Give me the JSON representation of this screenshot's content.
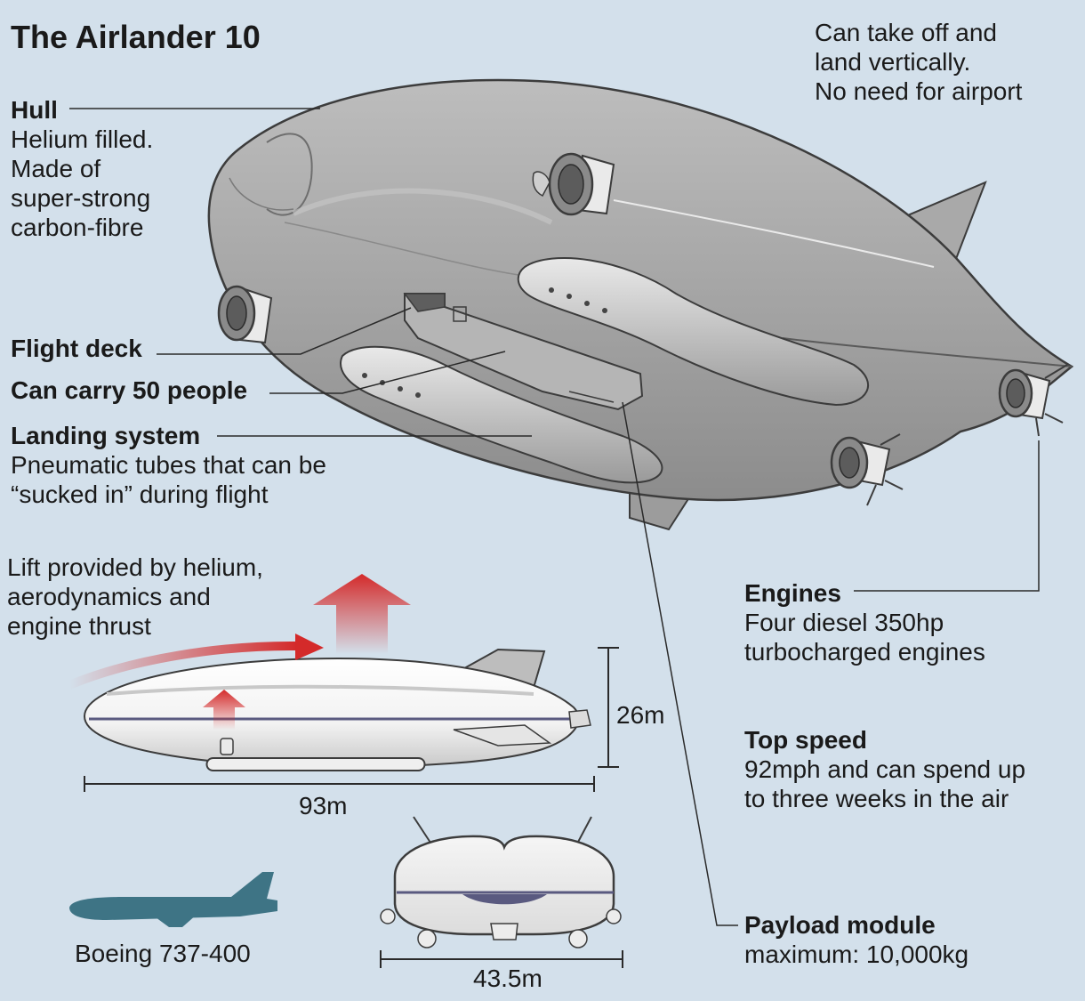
{
  "title": "The Airlander 10",
  "vertical_note": [
    "Can take off and",
    "land vertically.",
    "No need for airport"
  ],
  "hull": {
    "heading": "Hull",
    "lines": [
      "Helium filled.",
      "Made of",
      "super-strong",
      "carbon-fibre"
    ]
  },
  "flight_deck": {
    "heading": "Flight deck"
  },
  "capacity": {
    "heading": "Can carry 50 people"
  },
  "landing_system": {
    "heading": "Landing system",
    "lines": [
      "Pneumatic tubes that can be",
      "“sucked in” during flight"
    ]
  },
  "lift_note": [
    "Lift provided by helium,",
    "aerodynamics and",
    "engine thrust"
  ],
  "engines": {
    "heading": "Engines",
    "lines": [
      "Four diesel 350hp",
      "turbocharged engines"
    ]
  },
  "top_speed": {
    "heading": "Top speed",
    "lines": [
      "92mph and can spend up",
      "to three weeks in the air"
    ]
  },
  "payload": {
    "heading": "Payload module",
    "lines": [
      "maximum: 10,000kg"
    ]
  },
  "dimensions": {
    "height": "26m",
    "length": "93m",
    "width": "43.5m"
  },
  "comparison_label": "Boeing 737-400",
  "colors": {
    "background": "#d3e0eb",
    "hull": "#a6a6a6",
    "arrow": "#d42a2a",
    "boeing": "#3e7485",
    "stripe": "#5a5a80"
  }
}
